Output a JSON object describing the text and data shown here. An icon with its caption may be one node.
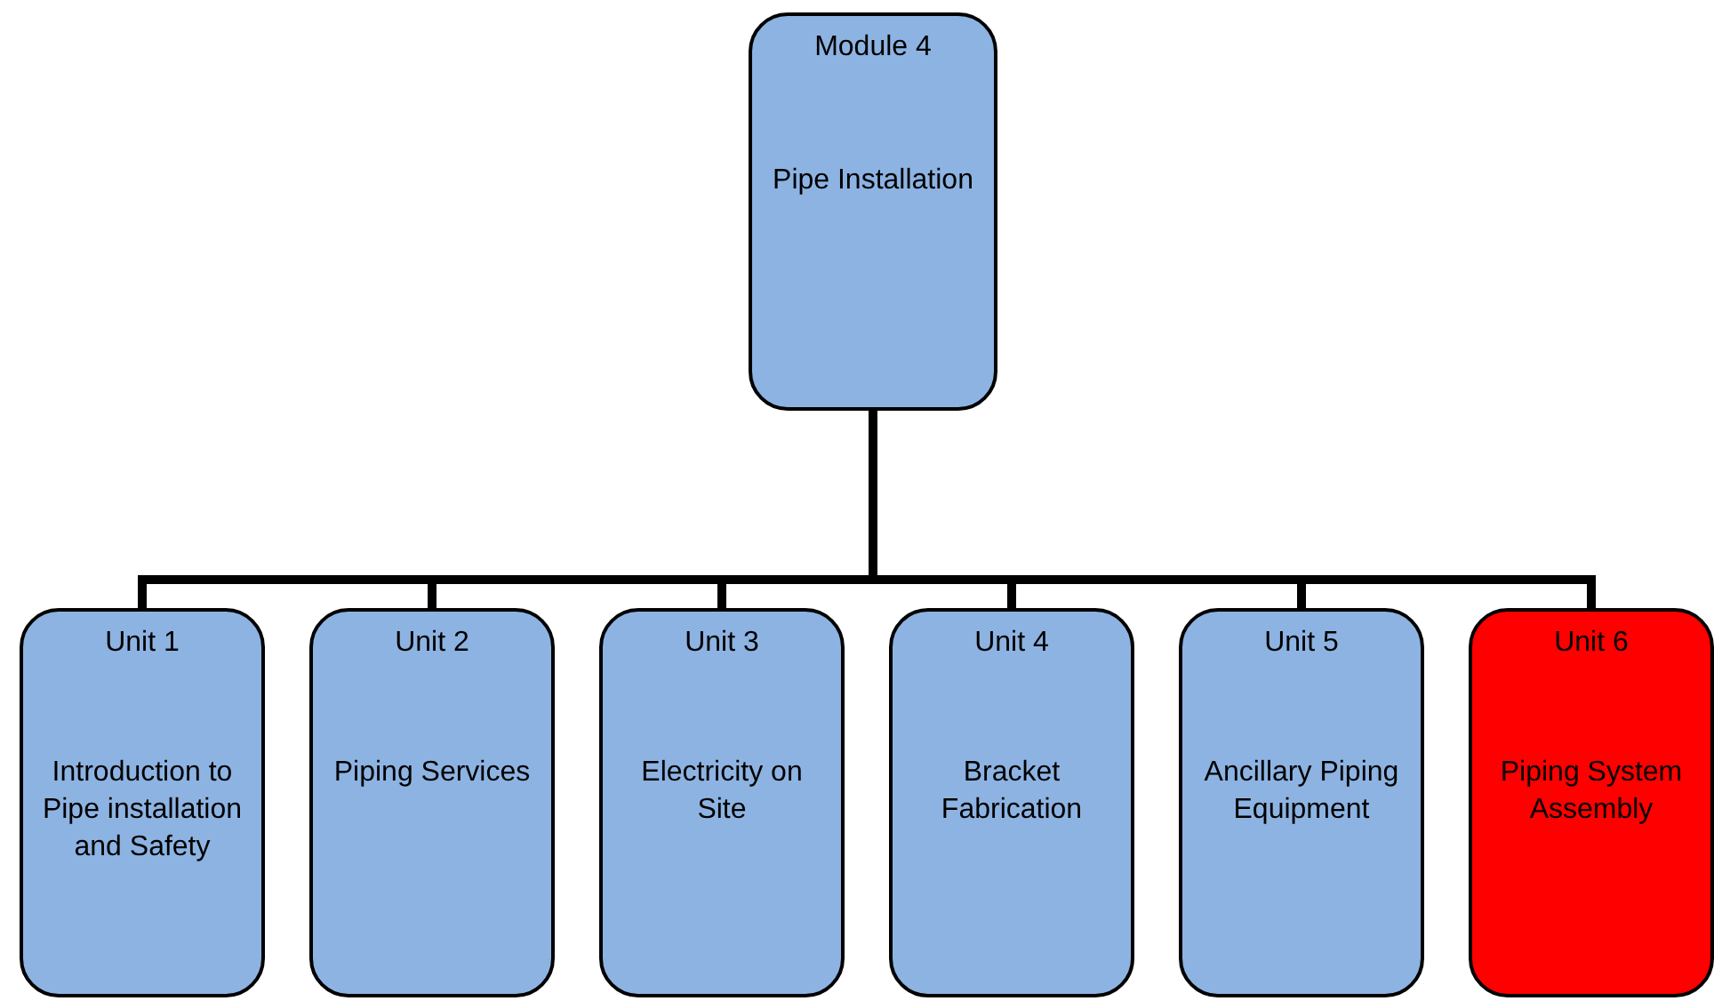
{
  "diagram": {
    "nodes": [
      {
        "text": [
          "Module 4",
          "Pipe Installation"
        ]
      },
      {
        "text": [
          "Unit 1",
          "Introduction to Pipe installation and Safety"
        ]
      },
      {
        "text": [
          "Unit 2",
          "Piping Services"
        ]
      },
      {
        "text": [
          "Unit 3",
          "Electricity on Site"
        ]
      },
      {
        "text": [
          "Unit 4",
          "Bracket Fabrication"
        ]
      },
      {
        "text": [
          "Unit 5",
          "Ancillary Piping Equipment"
        ]
      },
      {
        "text": [
          "Unit 6",
          "Piping System Assembly"
        ]
      }
    ],
    "edges": [
      {
        "from": 0,
        "to": 1,
        "arrow": "none"
      },
      {
        "from": 0,
        "to": 2,
        "arrow": "none"
      },
      {
        "from": 0,
        "to": 3,
        "arrow": "none"
      },
      {
        "from": 0,
        "to": 4,
        "arrow": "none"
      },
      {
        "from": 0,
        "to": 5,
        "arrow": "none"
      },
      {
        "from": 0,
        "to": 6,
        "arrow": "none"
      }
    ]
  }
}
